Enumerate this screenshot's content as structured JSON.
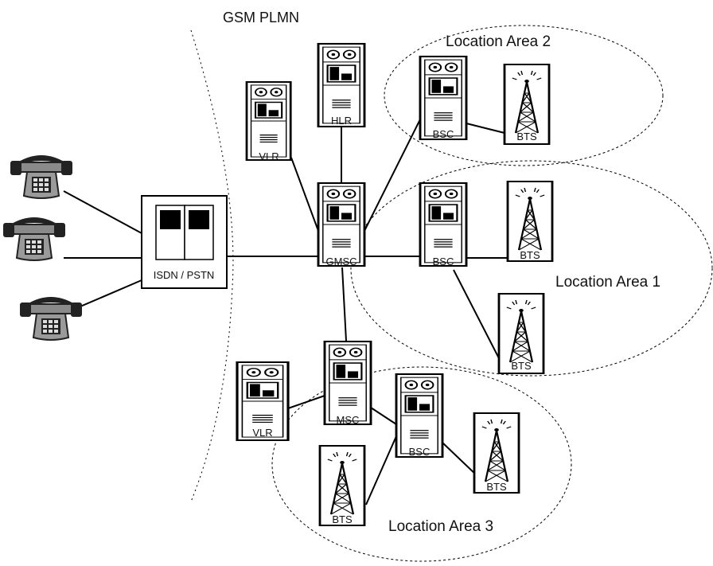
{
  "title": "GSM PLMN",
  "area_labels": {
    "area1": "Location Area 1",
    "area2": "Location Area 2",
    "area3": "Location Area 3"
  },
  "nodes": {
    "isdn": "ISDN / PSTN",
    "gmsc": "GMSC",
    "hlr": "HLR",
    "vlr_top": "VLR",
    "vlr_bottom": "VLR",
    "msc": "MSC",
    "bsc_area2": "BSC",
    "bsc_area1": "BSC",
    "bsc_area3": "BSC",
    "bts_area2": "BTS",
    "bts_area1_top": "BTS",
    "bts_area1_bottom": "BTS",
    "bts_area3_left": "BTS",
    "bts_area3_right": "BTS"
  },
  "icons": {
    "phone": "telephone-icon",
    "server": "server-cabinet-icon",
    "tower": "radio-tower-icon",
    "exchange": "exchange-cabinet-icon"
  },
  "colors": {
    "line": "#000000",
    "phone_body": "#9a9a9a",
    "phone_dark": "#222222",
    "background": "#ffffff"
  }
}
